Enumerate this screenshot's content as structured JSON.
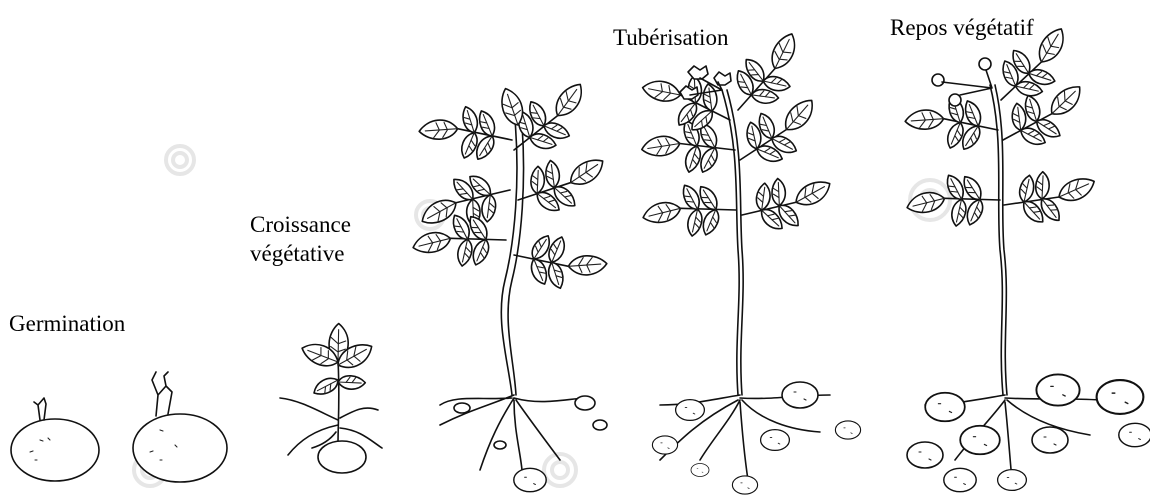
{
  "stages": [
    {
      "id": "germination",
      "label": "Germination"
    },
    {
      "id": "croissance",
      "label_line1": "Croissance",
      "label_line2": "végétative"
    },
    {
      "id": "tuberisation",
      "label": "Tubérisation"
    },
    {
      "id": "repos",
      "label": "Repos végétatif"
    }
  ],
  "colors": {
    "ink": "#111111",
    "background": "#ffffff",
    "watermark": "#e6e6e6"
  }
}
